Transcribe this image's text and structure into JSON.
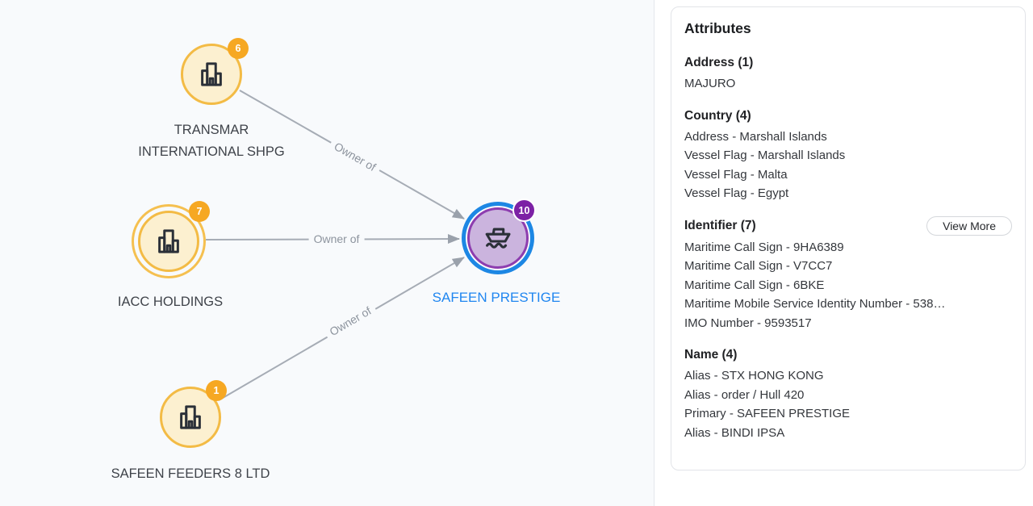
{
  "canvas": {
    "nodes": [
      {
        "type": "company",
        "label_line1": "TRANSMAR",
        "label_line2": "INTERNATIONAL SHPG",
        "badge": "6"
      },
      {
        "type": "company",
        "label": "IACC HOLDINGS",
        "badge": "7"
      },
      {
        "type": "company",
        "label": "SAFEEN FEEDERS 8 LTD",
        "badge": "1"
      },
      {
        "type": "vessel",
        "label": "SAFEEN PRESTIGE",
        "badge": "10"
      }
    ],
    "edges": [
      {
        "label": "Owner of"
      },
      {
        "label": "Owner of"
      },
      {
        "label": "Owner of"
      }
    ]
  },
  "panel": {
    "title": "Attributes",
    "sections": [
      {
        "header": "Address (1)",
        "items": [
          "MAJURO"
        ]
      },
      {
        "header": "Country (4)",
        "items": [
          "Address - Marshall Islands",
          "Vessel Flag - Marshall Islands",
          "Vessel Flag - Malta",
          "Vessel Flag - Egypt"
        ]
      },
      {
        "header": "Identifier (7)",
        "action_label": "View More",
        "items": [
          "Maritime Call Sign - 9HA6389",
          "Maritime Call Sign - V7CC7",
          "Maritime Call Sign - 6BKE",
          "Maritime Mobile Service Identity Number - 538…",
          "IMO Number - 9593517"
        ]
      },
      {
        "header": "Name (4)",
        "items": [
          "Alias - STX HONG KONG",
          "Alias - order / Hull 420",
          "Primary - SAFEEN PRESTIGE",
          "Alias - BINDI IPSA"
        ]
      }
    ]
  },
  "colors": {
    "canvas_bg": "#f8fafc",
    "company_fill": "#fcf0d0",
    "company_border": "#f3bb45",
    "company_badge": "#f6a823",
    "vessel_fill": "#cbb4de",
    "vessel_border": "#8d3daf",
    "vessel_badge": "#7c21a5",
    "selection_ring_blue": "#1d87e4",
    "selection_ring_yellow": "#f5c050",
    "edge_gray": "#a6acb5",
    "vessel_label_blue": "#2086f0"
  }
}
